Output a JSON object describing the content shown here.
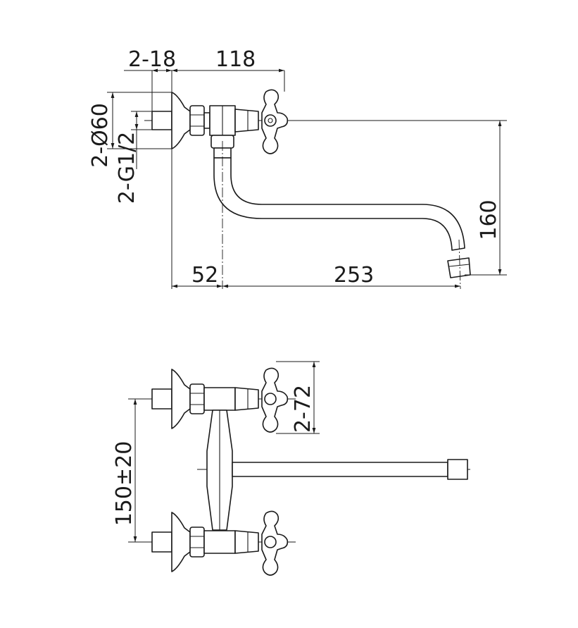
{
  "dimensions": {
    "pipe_diameter": "2-Ø60",
    "thread": "2-G1/2",
    "nut_width": "2-18",
    "outlet_offset": "118",
    "spout_height": "160",
    "body_offset": "52",
    "spout_reach": "253",
    "handle_size": "2-72",
    "center_distance": "150±20"
  },
  "colors": {
    "line": "#1a1a1a",
    "background": "#ffffff"
  }
}
